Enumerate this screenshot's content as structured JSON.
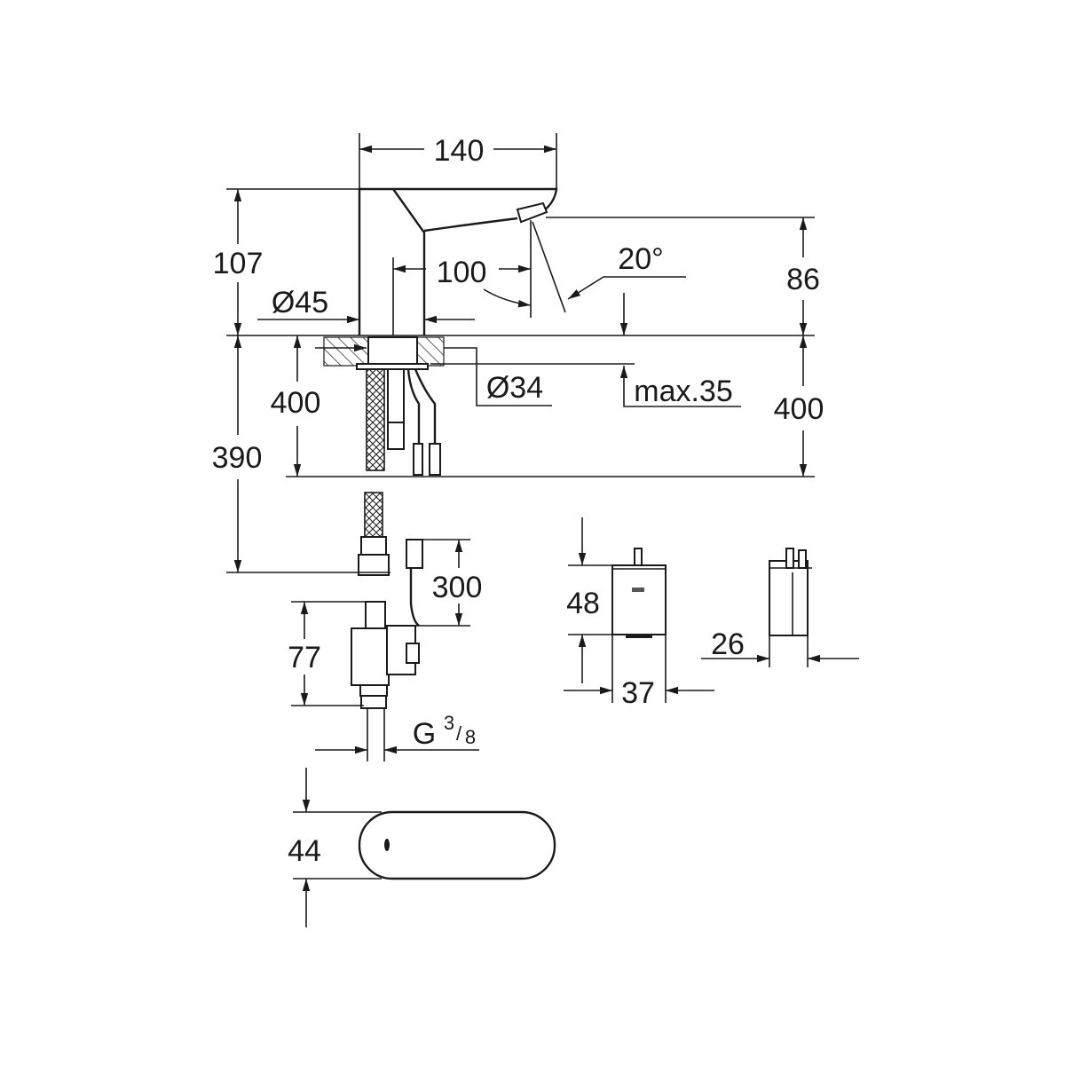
{
  "drawing": {
    "dimensions": {
      "width_140": "140",
      "height_107": "107",
      "diameter_45": "Ø45",
      "reach_100": "100",
      "angle_20": "20°",
      "height_86": "86",
      "hole_34": "Ø34",
      "max_35": "max.35",
      "left_400": "400",
      "right_400": "400",
      "hose_390": "390",
      "cable_300": "300",
      "valve_77": "77",
      "thread_g": "G",
      "thread_num": "3",
      "thread_den": "8",
      "box_48": "48",
      "box_37": "37",
      "box_26": "26",
      "sensor_44": "44"
    }
  }
}
